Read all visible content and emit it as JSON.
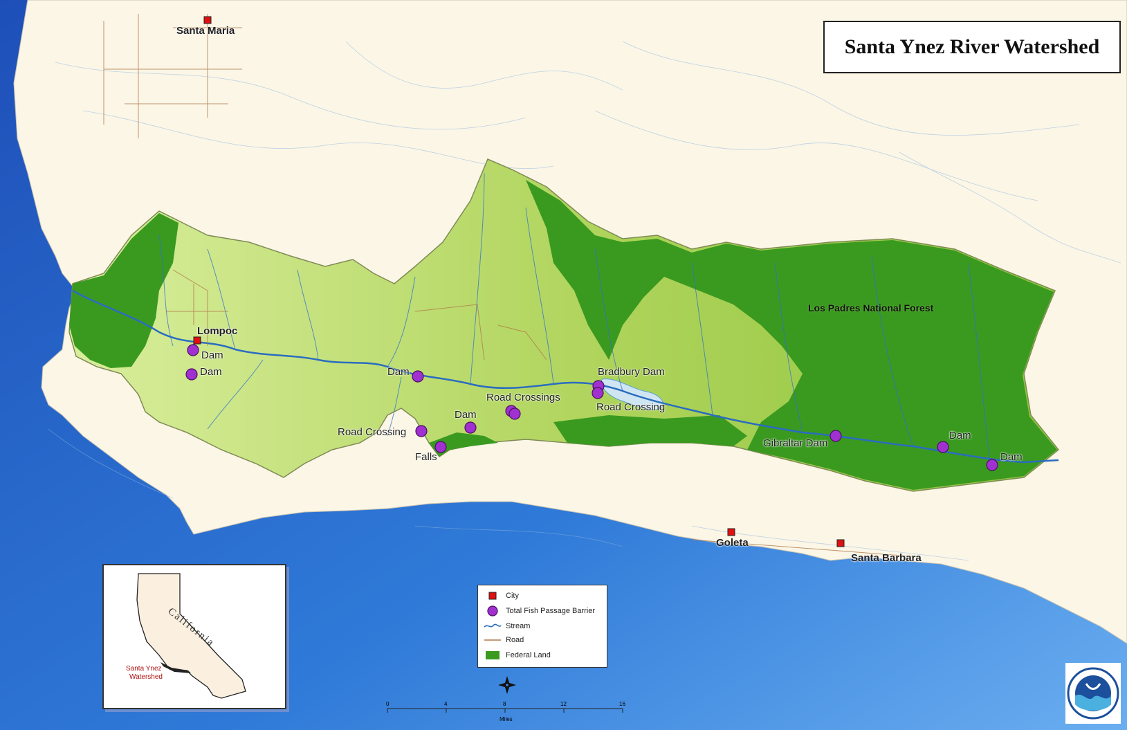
{
  "title": "Santa Ynez River Watershed",
  "cities": [
    {
      "name": "Santa Maria"
    },
    {
      "name": "Lompoc"
    },
    {
      "name": "Goleta"
    },
    {
      "name": "Santa Barbara"
    }
  ],
  "barrier_labels": [
    "Dam",
    "Dam",
    "Dam",
    "Road Crossing",
    "Falls",
    "Dam",
    "Road Crossings",
    "Bradbury Dam",
    "Road Crossing",
    "Gibraltar Dam",
    "Dam",
    "Dam"
  ],
  "region_label": "Los Padres National Forest",
  "inset": {
    "state_label": "California",
    "watershed_label_line1": "Santa Ynez",
    "watershed_label_line2": "Watershed"
  },
  "legend": {
    "items": [
      {
        "label": "City",
        "symbol": "city-icon",
        "color": "#e01010"
      },
      {
        "label": "Total Fish Passage Barrier",
        "symbol": "barrier-icon",
        "color": "#a030d0"
      },
      {
        "label": "Stream",
        "symbol": "stream-icon",
        "color": "#2a6cc0"
      },
      {
        "label": "Road",
        "symbol": "road-icon",
        "color": "#b07a4a"
      },
      {
        "label": "Federal Land",
        "symbol": "federal-land-icon",
        "color": "#3a9a20"
      }
    ]
  },
  "scale_bar": {
    "ticks": [
      "0",
      "4",
      "8",
      "12",
      "16"
    ],
    "unit": "Miles"
  },
  "colors": {
    "ocean": "#2a66c8",
    "land": "#fbf6e6",
    "watershed_light": "#c7e37d",
    "watershed_mid": "#a7cc4a",
    "federal_land": "#3a9a20",
    "barrier": "#a030d0",
    "city": "#e01010"
  }
}
